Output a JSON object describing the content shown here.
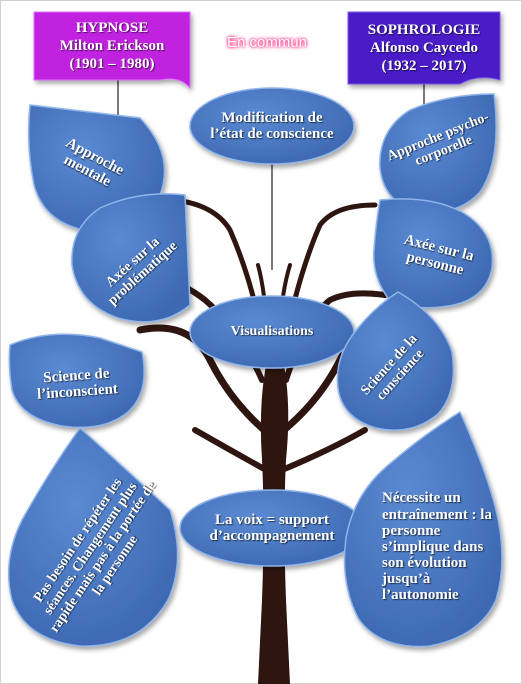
{
  "hypnose": {
    "line1": "HYPNOSE",
    "line2": "Milton Erickson",
    "line3": "(1901 – 1980)",
    "color": "#c020e0"
  },
  "sophrologie": {
    "line1": "SOPHROLOGIE",
    "line2": "Alfonso Caycedo",
    "line3": "(1932 – 2017)",
    "color": "#4a1ec8"
  },
  "common_title": "En commun",
  "bubble_color": "#4a78c2",
  "trunk_color": "#2f150f",
  "common": {
    "modification": "Modification de l’état de conscience",
    "visualisations": "Visualisations",
    "voix": "La voix = support d’accompagnement"
  },
  "hypnose_points": {
    "approche": "Approche mentale",
    "axee": "Axée sur la problématique",
    "science": "Science de l’inconscient",
    "seances": "Pas besoin de répéter les séances. Changement plus rapide mais pas à la portée de la personne"
  },
  "sophrologie_points": {
    "approche": "Approche psycho-corporelle",
    "axee": "Axée sur la personne",
    "science": "Science de la conscience",
    "entrainement": "Nécessite un entraînement : la personne s’implique dans son évolution jusqu’à l’autonomie"
  }
}
